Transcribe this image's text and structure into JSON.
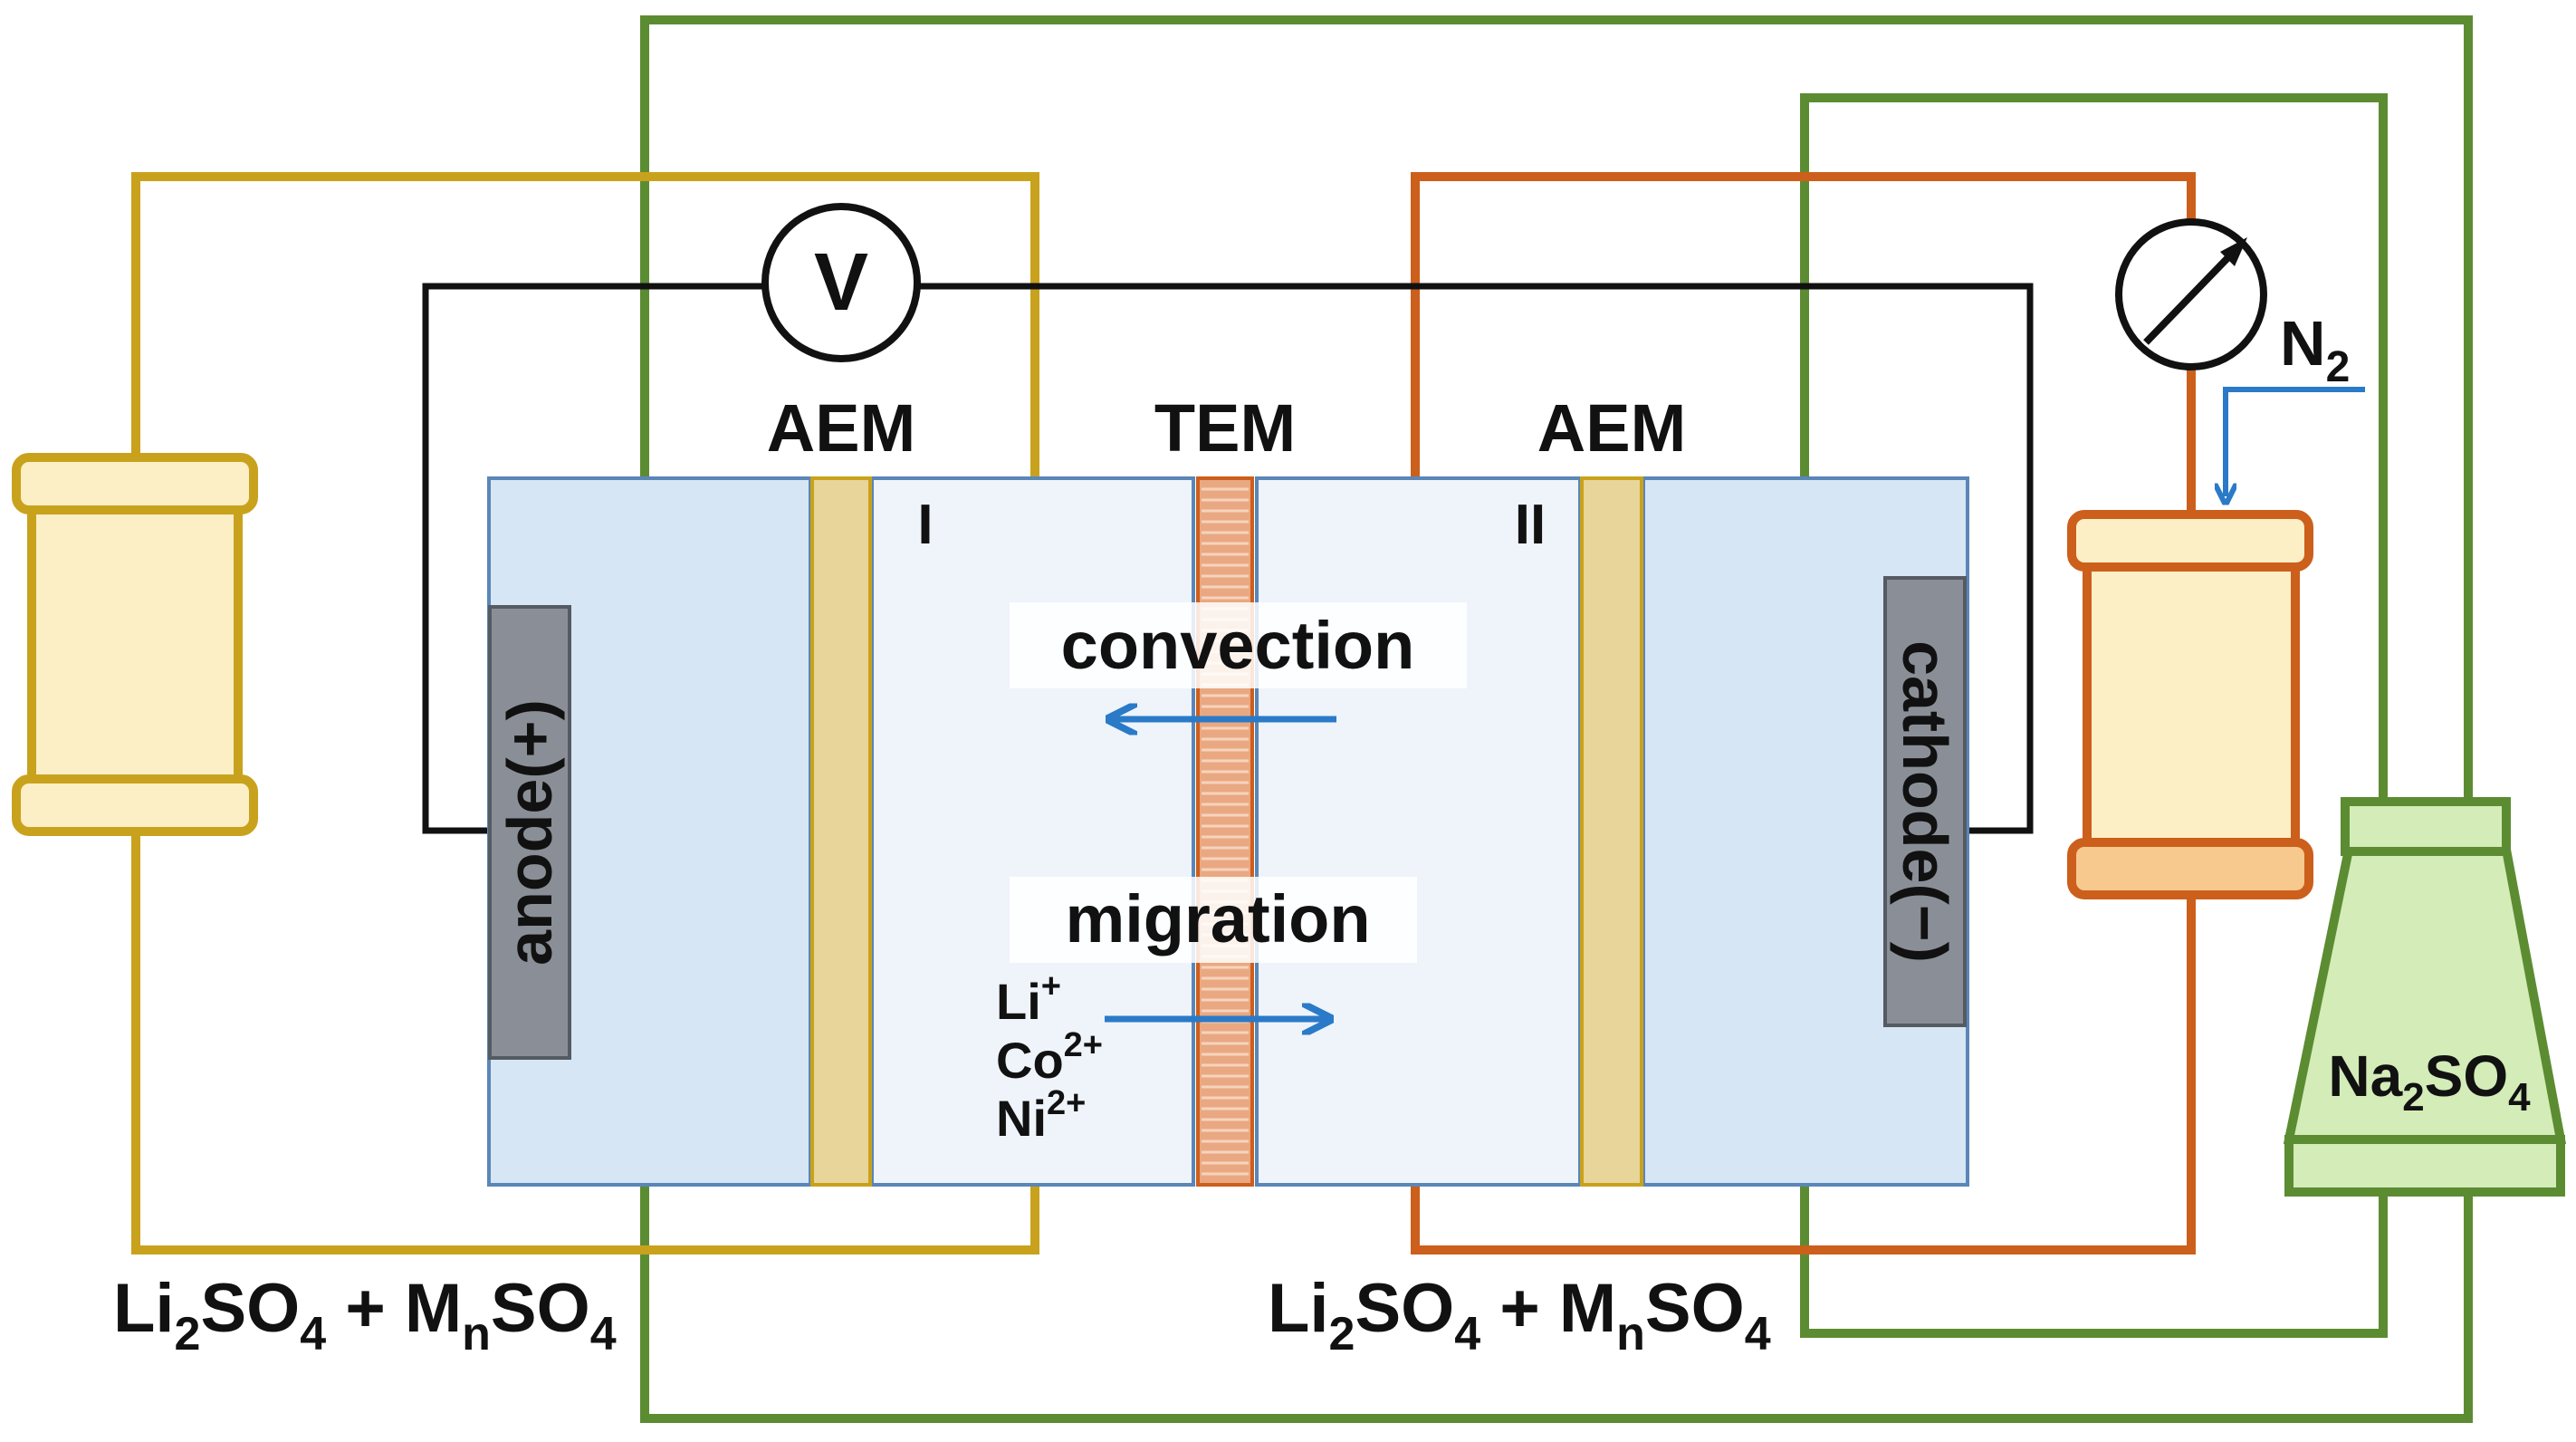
{
  "labels": {
    "voltmeter": "V",
    "aem_left": "AEM",
    "tem": "TEM",
    "aem_right": "AEM",
    "n2_main": "N",
    "n2_sub": "2",
    "compartment_1": "I",
    "compartment_2": "II",
    "convection": "convection",
    "migration": "migration",
    "anode": "anode(+)",
    "cathode": "cathode(−)",
    "ion_li_main": "Li",
    "ion_li_sup": "+",
    "ion_co_main": "Co",
    "ion_co_sup": "2+",
    "ion_ni_main": "Ni",
    "ion_ni_sup": "2+",
    "na2so4": {
      "a": "Na",
      "b": "2",
      "c": "SO",
      "d": "4"
    },
    "electrolyte_left": {
      "a": "Li",
      "b": "2",
      "c": "SO",
      "d": "4",
      "e": " + M",
      "f": "n",
      "g": "SO",
      "h": "4"
    },
    "electrolyte_right": {
      "a": "Li",
      "b": "2",
      "c": "SO",
      "d": "4",
      "e": " + M",
      "f": "n",
      "g": "SO",
      "h": "4"
    }
  },
  "colors": {
    "loop_left": "#c9a21d",
    "loop_green": "#5c8c32",
    "loop_orange": "#cc5f1c",
    "wire": "#111111",
    "cell_blue": "#d6e6f4",
    "cell_light": "#eef4fa",
    "cell_border": "#5a86b8",
    "aem": "#e7d59a",
    "tem": "#e9a882",
    "arrow": "#2a7ac8",
    "tank_fill": "#fcefc6",
    "na2so4_fill": "#d3ecb8",
    "electrode": "#8a8f97"
  }
}
